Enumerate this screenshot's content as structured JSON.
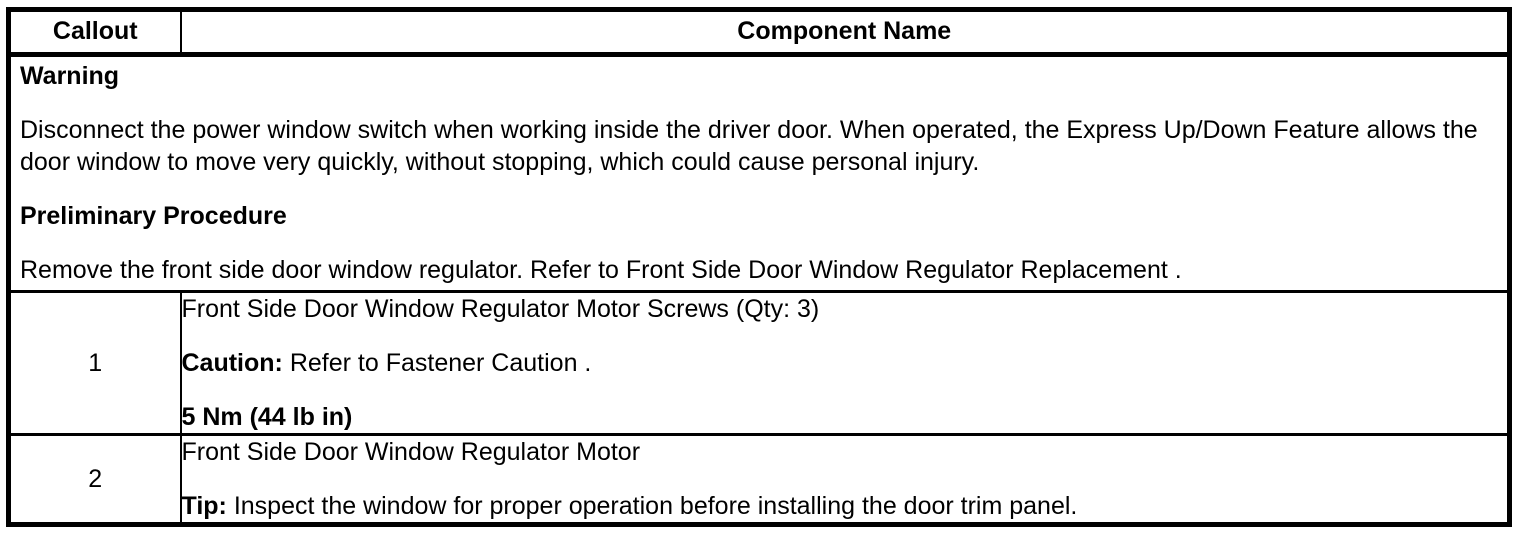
{
  "table": {
    "header": {
      "callout": "Callout",
      "component": "Component Name"
    },
    "warning_section": {
      "warning_title": "Warning",
      "warning_body": "Disconnect the power window switch when working inside the driver door. When operated, the Express Up/Down Feature allows the door window to move very quickly, without stopping, which could cause personal injury.",
      "preliminary_title": "Preliminary Procedure",
      "preliminary_body": "Remove the front side door window regulator. Refer to Front Side Door Window Regulator Replacement ."
    },
    "rows": [
      {
        "callout": "1",
        "name": "Front Side Door Window Regulator Motor Screws (Qty: 3)",
        "caution_label": "Caution:",
        "caution_text": " Refer to Fastener Caution .",
        "torque": "5 Nm (44 lb in)"
      },
      {
        "callout": "2",
        "name": "Front Side Door Window Regulator Motor",
        "tip_label": "Tip:",
        "tip_text": " Inspect the window for proper operation before installing the door trim panel."
      }
    ]
  },
  "colors": {
    "text": "#000000",
    "background": "#ffffff",
    "border": "#000000"
  }
}
